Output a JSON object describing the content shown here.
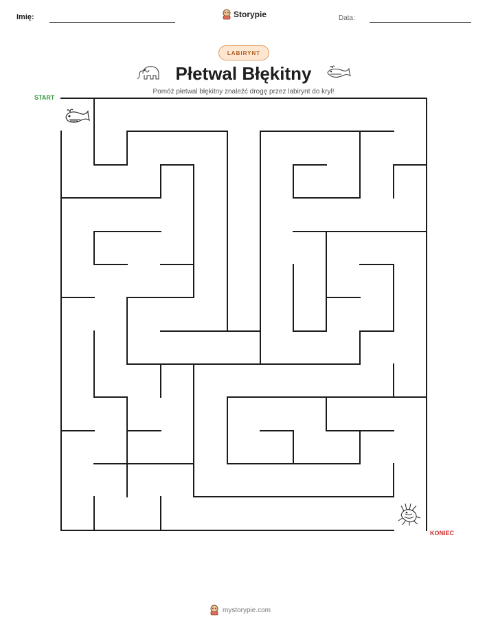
{
  "header": {
    "name_label": "Imię:",
    "brand": "Storypie",
    "date_label": "Data:"
  },
  "badge": "LABIRYNT",
  "title": "Płetwal Błękitny",
  "subtitle": "Pomóż płetwal błękitny znaleźć drogę przez labirynt do kryl!",
  "maze": {
    "start_label": "START",
    "end_label": "KONIEC",
    "start_icon": "whale-icon",
    "end_icon": "krill-icon"
  },
  "decorations": [
    "elephant-icon",
    "whale-icon"
  ],
  "footer": {
    "url": "mystorypie.com",
    "icon": "storypie-logo-icon"
  },
  "colors": {
    "badge_bg": "#fde7d3",
    "badge_border": "#e39a5a",
    "badge_text": "#b25a1c",
    "start": "#2f9a3a",
    "end": "#cc2f2f",
    "maze_line": "#1a1a1a"
  }
}
